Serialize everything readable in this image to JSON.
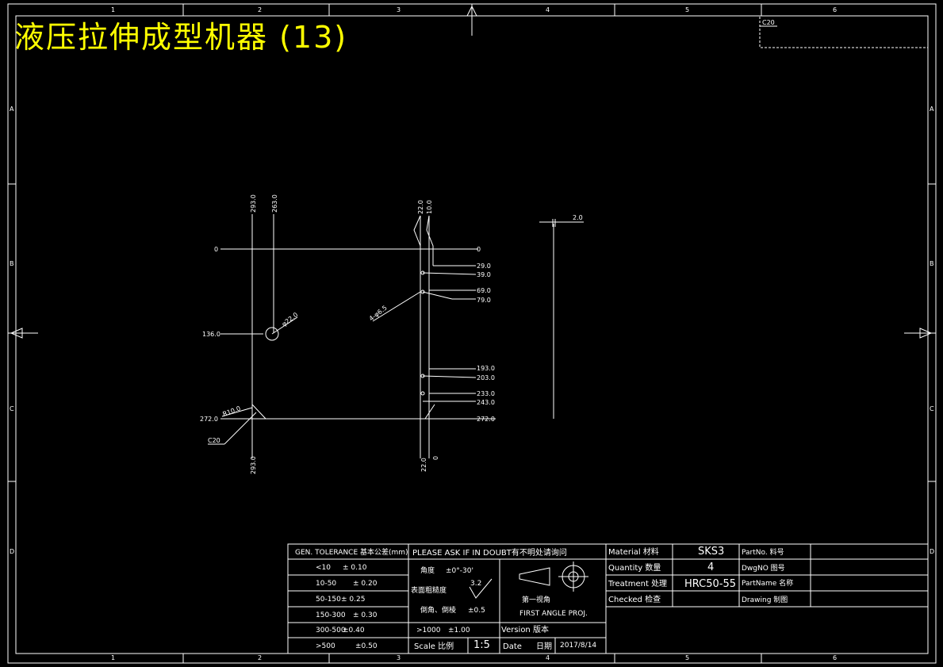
{
  "title": "液压拉伸成型机器 (13)",
  "frame": {
    "col_labels": [
      "1",
      "2",
      "3",
      "4",
      "5",
      "6"
    ],
    "row_labels": [
      "A",
      "B",
      "C",
      "D"
    ],
    "corner_note": "C20"
  },
  "dimensions": {
    "x293_top": "293.0",
    "x263_top": "263.0",
    "y0": "0",
    "y136": "136.0",
    "y272_left": "272.0",
    "x293_bottom": "293.0",
    "dia22": "φ22.0",
    "r10": "R10.0",
    "c20": "C20",
    "x22_top": "22.0",
    "x10_top": "10.0",
    "x0_right": "0",
    "y29": "29.0",
    "y39": "39.0",
    "holes": "4-φ6.5",
    "y69": "69.0",
    "y79": "79.0",
    "y193": "193.0",
    "y203": "203.0",
    "y233": "233.0",
    "y243": "243.0",
    "y272_right": "272.0",
    "x22_bottom": "22.0",
    "x0_bottom": "0",
    "thickness": "2.0"
  },
  "title_block": {
    "gen_tolerance": "GEN. TOLERANCE 基本公差(mm)",
    "ask": "PLEASE ASK IF IN DOUBT有不明处请询问",
    "tolerances": [
      {
        "range": "<10",
        "value": "± 0.10"
      },
      {
        "range": "10-50",
        "value": "± 0.20"
      },
      {
        "range": "50-150",
        "value": "± 0.25"
      },
      {
        "range": "150-300",
        "value": "± 0.30"
      },
      {
        "range": "300-500",
        "value": "±0.40"
      },
      {
        "range": ">500",
        "value": "±0.50"
      }
    ],
    "angle_label": "角度",
    "angle_value": "±0°-30'",
    "roughness_label": "表面粗糙度",
    "roughness_value": "3.2",
    "chamfer_label": "倒角、倒棱",
    "chamfer_value": "±0.5",
    "over1000": ">1000",
    "over1000_value": "±1.00",
    "projection_cn": "第一视角",
    "projection_en": "FIRST ANGLE PROJ.",
    "version_label": "Version 版本",
    "scale_label": "Scale 比例",
    "scale_value": "1:5",
    "date_label": "Date",
    "date_cn": "日期",
    "date_value": "2017/8/14",
    "material_label": "Material 材料",
    "material_value": "SKS3",
    "partno_label": "PartNo. 料号",
    "quantity_label": "Quantity 数量",
    "quantity_value": "4",
    "dwgno_label": "DwgNO 图号",
    "treatment_label": "Treatment 处理",
    "treatment_value": "HRC50-55",
    "partname_label": "PartName 名称",
    "checked_label": "Checked 检查",
    "drawing_label": "Drawing 制图"
  }
}
